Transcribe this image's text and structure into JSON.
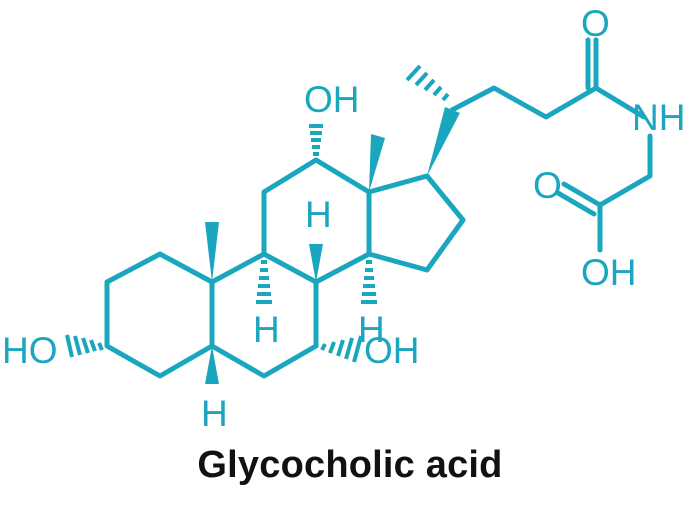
{
  "title": "Glycocholic acid",
  "colors": {
    "structure": "#1aa6bf",
    "title": "#111111"
  },
  "atoms": {
    "oh_top": "OH",
    "oh_left": "HO",
    "oh_bottom": "OH",
    "oh_acid": "OH",
    "o_amide": "O",
    "o_acid": "O",
    "nh": "NH",
    "h_c9": "H",
    "h_c8": "H",
    "h_c14": "H",
    "h_c5": "H"
  }
}
